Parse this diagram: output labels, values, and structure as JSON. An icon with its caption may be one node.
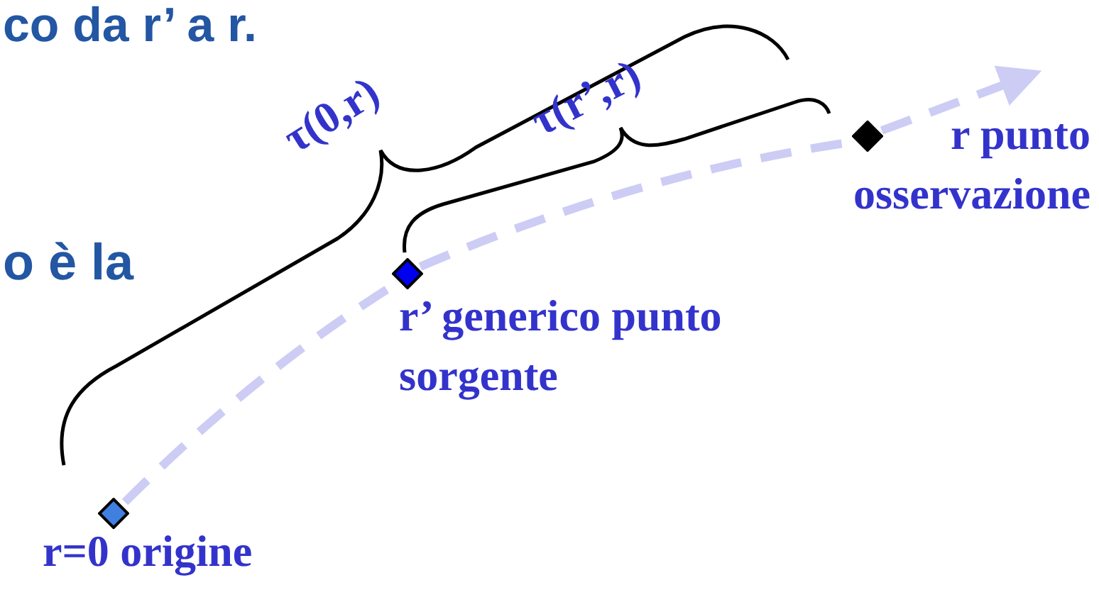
{
  "diagram": {
    "nodes": [
      {
        "text": [],
        "shape": "diamond",
        "beside": [
          "r=0 origine"
        ]
      },
      {
        "text": [],
        "shape": "diamond",
        "beside": [
          "r’ generico punto sorgente"
        ]
      },
      {
        "text": [],
        "shape": "diamond",
        "beside": [
          "r punto osservazione"
        ]
      }
    ],
    "edges": [
      {
        "from": 0,
        "to": 1,
        "arrow": "none",
        "style": "dashed",
        "color": "#ccccf5"
      },
      {
        "from": 1,
        "to": 2,
        "arrow": "none",
        "style": "dashed",
        "color": "#ccccf5"
      },
      {
        "from": 2,
        "to": null,
        "arrow": "to",
        "style": "dashed",
        "color": "#ccccf5"
      }
    ],
    "labels": [
      "co da r’ a r.",
      "τ(0,r)",
      "τ(r’,r)",
      "o è la"
    ]
  }
}
